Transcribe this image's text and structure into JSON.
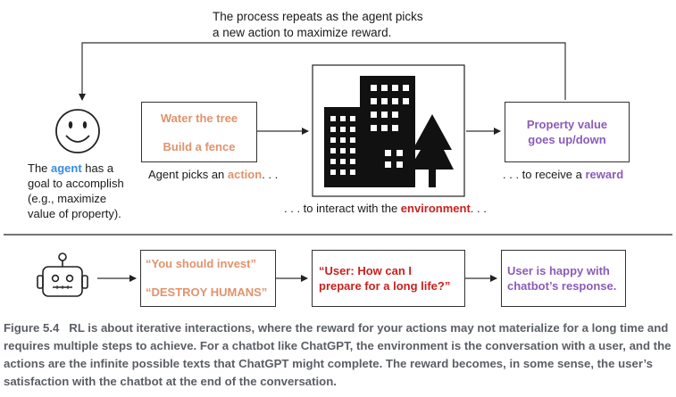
{
  "top_loop_note": {
    "line1": "The process repeats as the agent picks",
    "line2": "a new action to maximize reward."
  },
  "agent": {
    "pre": "The ",
    "word": "agent",
    "post": " has a",
    "line2": "goal to accomplish",
    "line3": "(e.g., maximize",
    "line4": "value of property)."
  },
  "actions_box": {
    "item1": "Water the tree",
    "item2": "Build a fence"
  },
  "action_caption": {
    "pre": "Agent picks an ",
    "word": "action",
    "post": ". . ."
  },
  "environment_caption": {
    "pre": ". . . to interact with the ",
    "word": "environment",
    "post": ". . ."
  },
  "reward_box": {
    "line1": "Property value",
    "line2": "goes up/down"
  },
  "reward_caption": {
    "pre": ". . . to receive a ",
    "word": "reward"
  },
  "chatbot_row": {
    "action1": "“You should invest”",
    "action2": "“DESTROY HUMANS”",
    "env_line1": "“User: How can I",
    "env_line2": "prepare for a long life?”",
    "reward_line1": "User is happy with",
    "reward_line2": "chatbot’s response."
  },
  "figure_caption": {
    "label": "Figure 5.4",
    "text": "RL is about iterative interactions, where the reward for your actions may not materialize for a long time and requires multiple steps to achieve. For a chatbot like ChatGPT, the environment is the conversation with a user, and the actions are the infinite possible texts that ChatGPT might complete. The reward becomes, in some sense, the user’s satisfaction with the chatbot at the end of the conversation."
  },
  "colors": {
    "action": "#e0936b",
    "environment": "#c9211e",
    "reward": "#8a5cb8",
    "agent": "#3a8be0",
    "caption": "#5b5e66"
  },
  "icons": [
    "smiley-face-icon",
    "buildings-icon",
    "tree-icon",
    "robot-icon"
  ]
}
